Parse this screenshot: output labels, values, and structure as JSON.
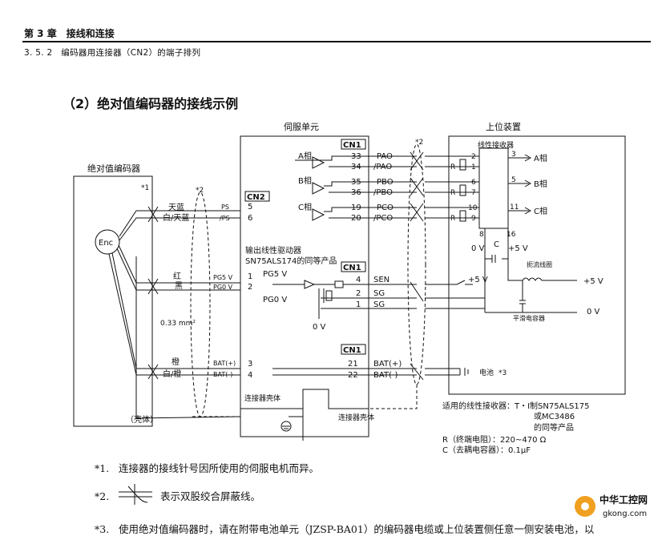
{
  "header": {
    "chapter": "第 3 章　接线和连接",
    "section": "3. 5. 2　编码器用连接器（CN2）的端子排列"
  },
  "title": "（2）绝对值编码器的接线示例",
  "diagram": {
    "servo_unit": "伺服单元",
    "host_device": "上位装置",
    "abs_encoder": "绝对值编码器",
    "enc": "Enc",
    "star1": "*1",
    "star2": "*2",
    "cn1": "CN1",
    "cn2": "CN2",
    "line_receiver": "线性接收器",
    "phase_a": "A相",
    "phase_b": "B相",
    "phase_c": "C相",
    "driver_label": "输出线性驱动器",
    "driver_equiv": "SN75ALS174的同等产品",
    "sky_blue": "天蓝",
    "white_sky_blue": "白/天蓝",
    "red": "红",
    "black": "黑",
    "orange": "橙",
    "white_orange": "白/橙",
    "wire_size": "0.33 mm²",
    "shell": "（壳体）",
    "connector_shell": "连接器壳体",
    "ps": "PS",
    "nps": "/PS",
    "pg5v": "PG5 V",
    "pg0v": "PG0 V",
    "bat_p": "BAT(+)",
    "bat_n": "BAT(-)",
    "pg5v_out": "PG5 V",
    "pg0v_out": "PG0 V",
    "zero_v": "0 V",
    "plus5v": "+5 V",
    "c": "C",
    "r": "R",
    "choke": "扼流线圈",
    "smoothing_cap": "平滑电容器",
    "battery": "电池",
    "star3": "*3",
    "pins": {
      "p5": "5",
      "p6": "6",
      "p1": "1",
      "p2": "2",
      "p3": "3",
      "p4": "4",
      "c33": "33",
      "c34": "34",
      "c35": "35",
      "c36": "36",
      "c19": "19",
      "c20": "20",
      "c4": "4",
      "c2": "2",
      "c1": "1",
      "c21": "21",
      "c22": "22",
      "r2": "2",
      "r1": "1",
      "r6": "6",
      "r7": "7",
      "r10": "10",
      "r9": "9",
      "r3": "3",
      "r5": "5",
      "r11": "11",
      "r8": "8",
      "r16": "16"
    },
    "signals": {
      "pao": "PAO",
      "npao": "/PAO",
      "pbo": "PBO",
      "npbo": "/PBO",
      "pco": "PCO",
      "npco": "/PCO",
      "sen": "SEN",
      "sg": "SG",
      "bat_p": "BAT(+)",
      "bat_n": "BAT(-)"
    },
    "notes": {
      "applicable": "适用的线性接收器：T・I制SN75ALS175",
      "or": "或MC3486",
      "equiv": "的同等产品",
      "r_spec": "R（终端电阻）：220~470 Ω",
      "c_spec": "C（去耦电容器）：0.1μF"
    }
  },
  "footnotes": [
    {
      "num": "*1.",
      "text": "连接器的接线针号因所使用的伺服电机而异。"
    },
    {
      "num": "*2.",
      "text": "表示双股绞合屏蔽线。"
    },
    {
      "num": "*3.",
      "text": "使用绝对值编码器时，请在附带电池单元（JZSP-BA01）的编码器电缆或上位装置侧任意一侧安装电池，以"
    }
  ],
  "watermark": {
    "brand": "中华工控网",
    "url": "gkong.com"
  }
}
